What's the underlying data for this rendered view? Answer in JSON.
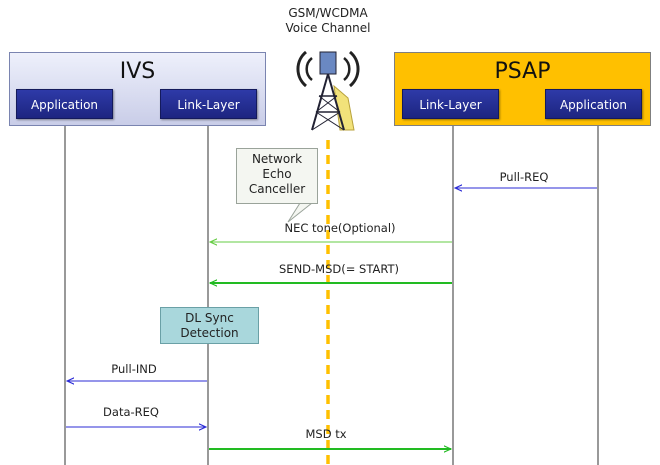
{
  "channel": {
    "title_line1": "GSM/WCDMA",
    "title_line2": "Voice Channel",
    "icon": "cell-tower-icon"
  },
  "groups": [
    {
      "name": "IVS",
      "color": "#c9cde8",
      "entities": [
        "Application",
        "Link-Layer"
      ]
    },
    {
      "name": "PSAP",
      "color": "#ffc000",
      "entities": [
        "Link-Layer",
        "Application"
      ]
    }
  ],
  "notes": {
    "nec": {
      "lines": [
        "Network",
        "Echo",
        "Canceller"
      ]
    },
    "dl_sync": {
      "lines": [
        "DL Sync",
        "Detection"
      ]
    }
  },
  "messages": [
    {
      "label": "Pull-REQ",
      "from": "PSAP Application",
      "to": "PSAP Link-Layer",
      "color": "#2b2bd6"
    },
    {
      "label": "NEC tone(Optional)",
      "from": "PSAP Link-Layer",
      "to": "IVS Link-Layer",
      "color": "#66cc44"
    },
    {
      "label": "SEND-MSD(= START)",
      "from": "PSAP Link-Layer",
      "to": "IVS Link-Layer",
      "color": "#22bb22"
    },
    {
      "label": "Pull-IND",
      "from": "IVS Link-Layer",
      "to": "IVS Application",
      "color": "#2b2bd6"
    },
    {
      "label": "Data-REQ",
      "from": "IVS Application",
      "to": "IVS Link-Layer",
      "color": "#2b2bd6"
    },
    {
      "label": "MSD tx",
      "from": "IVS Link-Layer",
      "to": "PSAP Link-Layer",
      "color": "#22bb22"
    }
  ],
  "colors": {
    "channel_line": "#ffc000",
    "lifeline": "#333333"
  }
}
